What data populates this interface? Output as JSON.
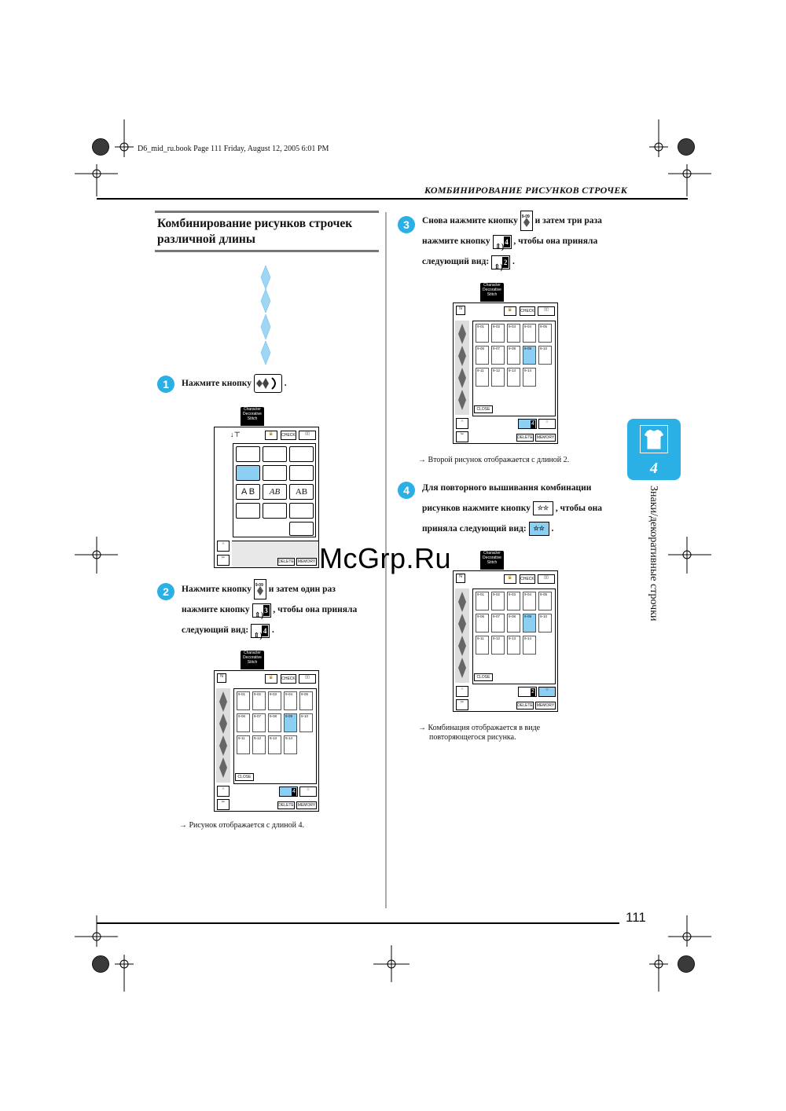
{
  "book_info": "D6_mid_ru.book  Page 111  Friday, August 12, 2005  6:01 PM",
  "running_header": "КОМБИНИРОВАНИЕ РИСУНКОВ СТРОЧЕК",
  "section": {
    "title_line1": "Комбинирование рисунков строчек",
    "title_line2": "различной длины"
  },
  "steps": [
    {
      "num": "1",
      "text_before": "Нажмите кнопку",
      "text_after": "."
    },
    {
      "num": "2",
      "line1_before": "Нажмите кнопку",
      "line1_after": "и затем один раз",
      "line2_before": "нажмите кнопку",
      "line2_after": ", чтобы она приняла",
      "line3_before": "следующий вид:",
      "line3_after": ".",
      "result": "Рисунок отображается с длиной 4."
    },
    {
      "num": "3",
      "line1_before": "Снова нажмите кнопку",
      "line1_after": "и затем три раза",
      "line2_before": "нажмите кнопку",
      "line2_after": ", чтобы она приняла",
      "line3_before": "следующий вид:",
      "line3_after": ".",
      "result": "Второй рисунок отображается с длиной 2."
    },
    {
      "num": "4",
      "line1": "Для повторного вышивания комбинации",
      "line2_before": "рисунков нажмите кнопку",
      "line2_after": ", чтобы она",
      "line3_before": "приняла следующий вид:",
      "line3_after": ".",
      "result_line1": "Комбинация отображается в виде",
      "result_line2": "повторяющегося рисунка."
    }
  ],
  "arrow": "→",
  "lcd": {
    "tab_text": "Character Decorative Stitch",
    "check": "CHECK",
    "close": "CLOSE",
    "delete": "DELETE",
    "memory": "MEMORY",
    "stitch_codes": [
      "9-01",
      "9-02",
      "9-03",
      "9-04",
      "9-05",
      "9-06",
      "9-07",
      "9-08",
      "9-09",
      "9-10",
      "9-11",
      "9-12",
      "9-13",
      "9-14"
    ],
    "length_values": {
      "step2": "3",
      "step2_result": "4",
      "step3_result": "4",
      "step3_target": "2",
      "step4": "2"
    }
  },
  "inline_buttons": {
    "code": "9-09",
    "len3": "3",
    "len4": "4",
    "len2": "2"
  },
  "chapter_tab": {
    "number": "4",
    "label": "Знаки/декоративные строчки"
  },
  "watermark": "McGrp.Ru",
  "page_number": "111"
}
